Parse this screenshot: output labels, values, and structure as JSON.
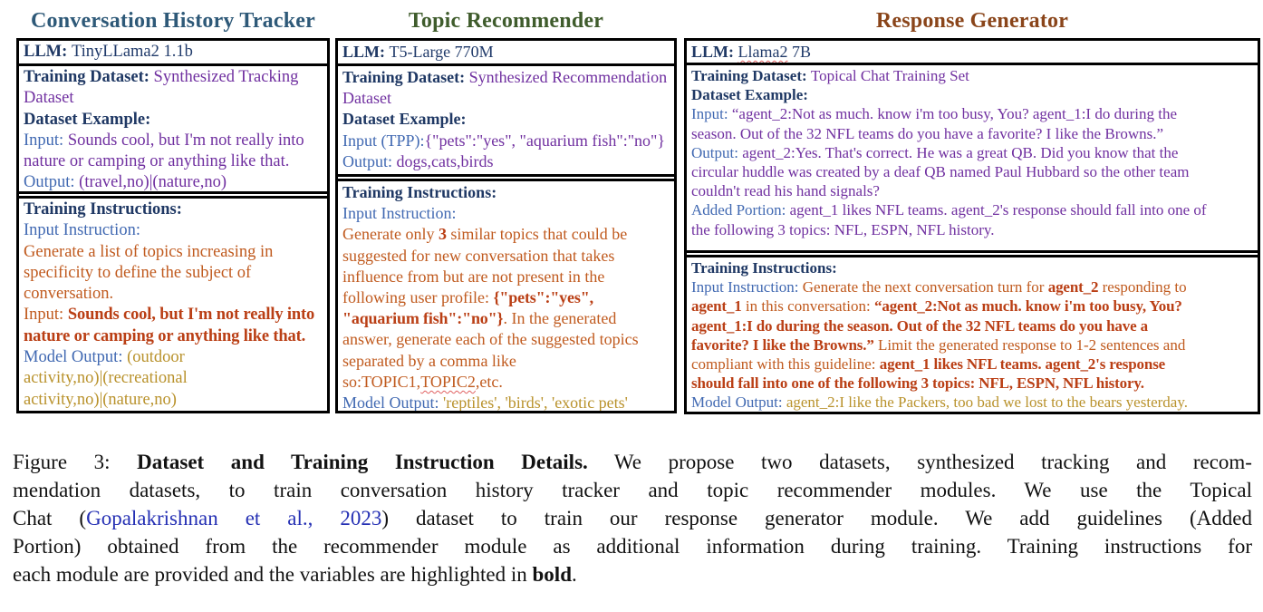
{
  "colors": {
    "panel1_title": "#2e5978",
    "panel2_title": "#3f5c2c",
    "panel3_title": "#8a451a",
    "label_navy_bold": "#1f3864",
    "field_label_blue": "#4169b2",
    "value_purple": "#7030a0",
    "instruction_orange": "#c05a1e",
    "variable_bold_red": "#ba3f15",
    "model_output_gold": "#b9922c",
    "citation_link_blue": "#2530b4",
    "spellcheck_wavy_red": "#e06060",
    "border_black": "#000000"
  },
  "panels": [
    {
      "title": "Conversation History Tracker",
      "llm": [
        {
          "t": "LLM: ",
          "c": "b-navy",
          "n": "llm-label"
        },
        {
          "t": "TinyLLama2 1.1b",
          "c": "navy",
          "n": "llm-value"
        }
      ],
      "dataset": [
        {
          "t": "Training Dataset: ",
          "c": "b-navy",
          "n": "training-dataset-label"
        },
        {
          "t": "Synthesized Tracking\nDataset",
          "c": "purple",
          "n": "training-dataset-value"
        },
        {
          "t": "\n"
        },
        {
          "t": "Dataset Example:",
          "c": "b-navy",
          "n": "dataset-example-label"
        },
        {
          "t": "\n"
        },
        {
          "t": "Input: ",
          "c": "blue",
          "n": "input-label"
        },
        {
          "t": "Sounds cool, but I'm not really into\nnature or camping or anything like that.",
          "c": "purple",
          "n": "input-value"
        },
        {
          "t": "\n"
        },
        {
          "t": "Output: ",
          "c": "blue",
          "n": "output-label"
        },
        {
          "t": "(travel,no)|(nature,no)",
          "c": "purple",
          "n": "output-value"
        }
      ],
      "training": [
        {
          "t": "Training Instructions:",
          "c": "b-navy",
          "n": "training-instructions-label"
        },
        {
          "t": "\n"
        },
        {
          "t": "Input Instruction:",
          "c": "blue",
          "n": "input-instruction-label"
        },
        {
          "t": "\n"
        },
        {
          "t": "Generate a list of topics increasing in\nspecificity to define the subject of\nconversation.",
          "c": "orange",
          "n": "instruction-text"
        },
        {
          "t": "\n"
        },
        {
          "t": "Input: ",
          "c": "orange",
          "n": "input-label"
        },
        {
          "t": "Sounds cool, but I'm not really into\nnature or camping or anything like that.",
          "c": "orange-b",
          "n": "input-variable"
        },
        {
          "t": "\n"
        },
        {
          "t": "Model Output: ",
          "c": "blue",
          "n": "model-output-label"
        },
        {
          "t": "(outdoor\nactivity,no)|(recreational\nactivity,no)|(nature,no)",
          "c": "gold",
          "n": "model-output-value"
        }
      ]
    },
    {
      "title": "Topic Recommender",
      "llm": [
        {
          "t": "LLM: ",
          "c": "b-navy",
          "n": "llm-label"
        },
        {
          "t": "T5-Large 770M",
          "c": "navy",
          "n": "llm-value"
        }
      ],
      "dataset": [
        {
          "t": "Training Dataset: ",
          "c": "b-navy",
          "n": "training-dataset-label"
        },
        {
          "t": "Synthesized Recommendation\nDataset",
          "c": "purple",
          "n": "training-dataset-value"
        },
        {
          "t": "\n"
        },
        {
          "t": "Dataset Example:",
          "c": "b-navy",
          "n": "dataset-example-label"
        },
        {
          "t": "\n"
        },
        {
          "t": "Input (TPP):",
          "c": "blue",
          "n": "input-tpp-label"
        },
        {
          "t": "{\"pets\":\"yes\", \"aquarium fish\":\"no\"}",
          "c": "purple",
          "n": "input-value"
        },
        {
          "t": "\n"
        },
        {
          "t": "Output: ",
          "c": "blue",
          "n": "output-label"
        },
        {
          "t": "dogs,cats,birds",
          "c": "purple",
          "n": "output-value"
        }
      ],
      "training": [
        {
          "t": "Training Instructions:",
          "c": "b-navy",
          "n": "training-instructions-label"
        },
        {
          "t": "\n"
        },
        {
          "t": "Input Instruction:",
          "c": "blue",
          "n": "input-instruction-label"
        },
        {
          "t": "\n"
        },
        {
          "t": "Generate only ",
          "c": "orange"
        },
        {
          "t": "3",
          "c": "orange-b",
          "n": "count-variable"
        },
        {
          "t": " similar topics that could be\nsuggested for new conversation that takes\ninfluence from but are not present in the\nfollowing user profile: ",
          "c": "orange"
        },
        {
          "t": "{\"pets\":\"yes\",\n\"aquarium fish\":\"no\"}",
          "c": "orange-b",
          "n": "profile-variable"
        },
        {
          "t": ". In the generated\nanswer, generate each of the suggested topics\nseparated by a comma like\nso:TOPIC1,",
          "c": "orange"
        },
        {
          "t": "TOPIC2",
          "c": "orange wavy",
          "n": "topic2-spellcheck"
        },
        {
          "t": ",etc.",
          "c": "orange"
        },
        {
          "t": "\n"
        },
        {
          "t": "Model Output: ",
          "c": "blue",
          "n": "model-output-label"
        },
        {
          "t": "'reptiles', 'birds', 'exotic pets'",
          "c": "gold",
          "n": "model-output-value"
        }
      ]
    },
    {
      "title": "Response Generator",
      "llm": [
        {
          "t": "LLM: ",
          "c": "b-navy",
          "n": "llm-label"
        },
        {
          "t": "Llama2",
          "c": "navy wavy",
          "n": "llm-value-spellcheck"
        },
        {
          "t": " 7B",
          "c": "navy",
          "n": "llm-value"
        }
      ],
      "dataset": [
        {
          "t": "Training Dataset: ",
          "c": "b-navy",
          "n": "training-dataset-label"
        },
        {
          "t": "Topical Chat Training Set",
          "c": "purple",
          "n": "training-dataset-value"
        },
        {
          "t": "\n"
        },
        {
          "t": "Dataset Example:",
          "c": "b-navy",
          "n": "dataset-example-label"
        },
        {
          "t": "\n"
        },
        {
          "t": "Input: ",
          "c": "blue",
          "n": "input-label"
        },
        {
          "t": "“agent_2:Not as much. know i'm too busy, You? agent_1:I do during the\nseason. Out of the 32 NFL teams do you have a favorite? I like the Browns.”",
          "c": "purple",
          "n": "input-value"
        },
        {
          "t": "\n"
        },
        {
          "t": "Output: ",
          "c": "blue",
          "n": "output-label"
        },
        {
          "t": "agent_2:Yes. That's correct. He was a great QB. Did you know that the\ncircular huddle was created by a deaf QB named Paul Hubbard so the other team\ncouldn't read his hand signals?",
          "c": "purple",
          "n": "output-value"
        },
        {
          "t": "\n"
        },
        {
          "t": "Added Portion: ",
          "c": "blue",
          "n": "added-portion-label"
        },
        {
          "t": "agent_1 likes NFL teams. agent_2's response should fall into one of\nthe following 3 topics: NFL, ESPN, NFL history.",
          "c": "purple",
          "n": "added-portion-value"
        }
      ],
      "training": [
        {
          "t": "Training Instructions:",
          "c": "b-navy",
          "n": "training-instructions-label"
        },
        {
          "t": "\n"
        },
        {
          "t": "Input Instruction: ",
          "c": "blue",
          "n": "input-instruction-label"
        },
        {
          "t": "Generate the next conversation turn for ",
          "c": "orange"
        },
        {
          "t": "agent_2",
          "c": "orange-b",
          "n": "agent2-variable"
        },
        {
          "t": " responding to\n",
          "c": "orange"
        },
        {
          "t": "agent_1",
          "c": "orange-b",
          "n": "agent1-variable"
        },
        {
          "t": " in this conversation: ",
          "c": "orange"
        },
        {
          "t": "“agent_2:Not as much. know i'm too busy, You?\nagent_1:I do during the season. Out of the 32 NFL teams do you have a\nfavorite? I like the Browns.”",
          "c": "orange-b",
          "n": "conversation-variable"
        },
        {
          "t": " Limit the generated response to 1-2 sentences and\ncompliant with this guideline: ",
          "c": "orange"
        },
        {
          "t": "agent_1 likes NFL teams. agent_2's response\nshould fall into one of the following 3 topics: NFL, ESPN, NFL history.",
          "c": "orange-b",
          "n": "guideline-variable"
        },
        {
          "t": "\n"
        },
        {
          "t": "Model Output: ",
          "c": "blue",
          "n": "model-output-label"
        },
        {
          "t": "agent_2:I like the Packers, too bad we lost to the bears yesterday.",
          "c": "gold",
          "n": "model-output-value"
        }
      ]
    }
  ],
  "caption": {
    "lines": [
      [
        {
          "t": "Figure 3: ",
          "n": "figure-number"
        },
        {
          "t": "Dataset and Training Instruction Details.",
          "c": "cap-b",
          "n": "caption-bold-title"
        },
        {
          "t": " We propose two datasets, synthesized tracking and recom-"
        }
      ],
      [
        {
          "t": "mendation datasets, to train conversation history tracker and topic recommender modules.  We use the Topical"
        }
      ],
      [
        {
          "t": "Chat ("
        },
        {
          "t": "Gopalakrishnan et al., 2023",
          "c": "link",
          "n": "citation-link"
        },
        {
          "t": ") dataset to train our response generator module.  We add guidelines (Added"
        }
      ],
      [
        {
          "t": "Portion) obtained from the recommender module as additional information during training. Training instructions for"
        }
      ],
      [
        {
          "t": "each module are provided and the variables are highlighted in "
        },
        {
          "t": "bold",
          "c": "cap-b",
          "n": "bold-word"
        },
        {
          "t": "."
        }
      ]
    ]
  }
}
